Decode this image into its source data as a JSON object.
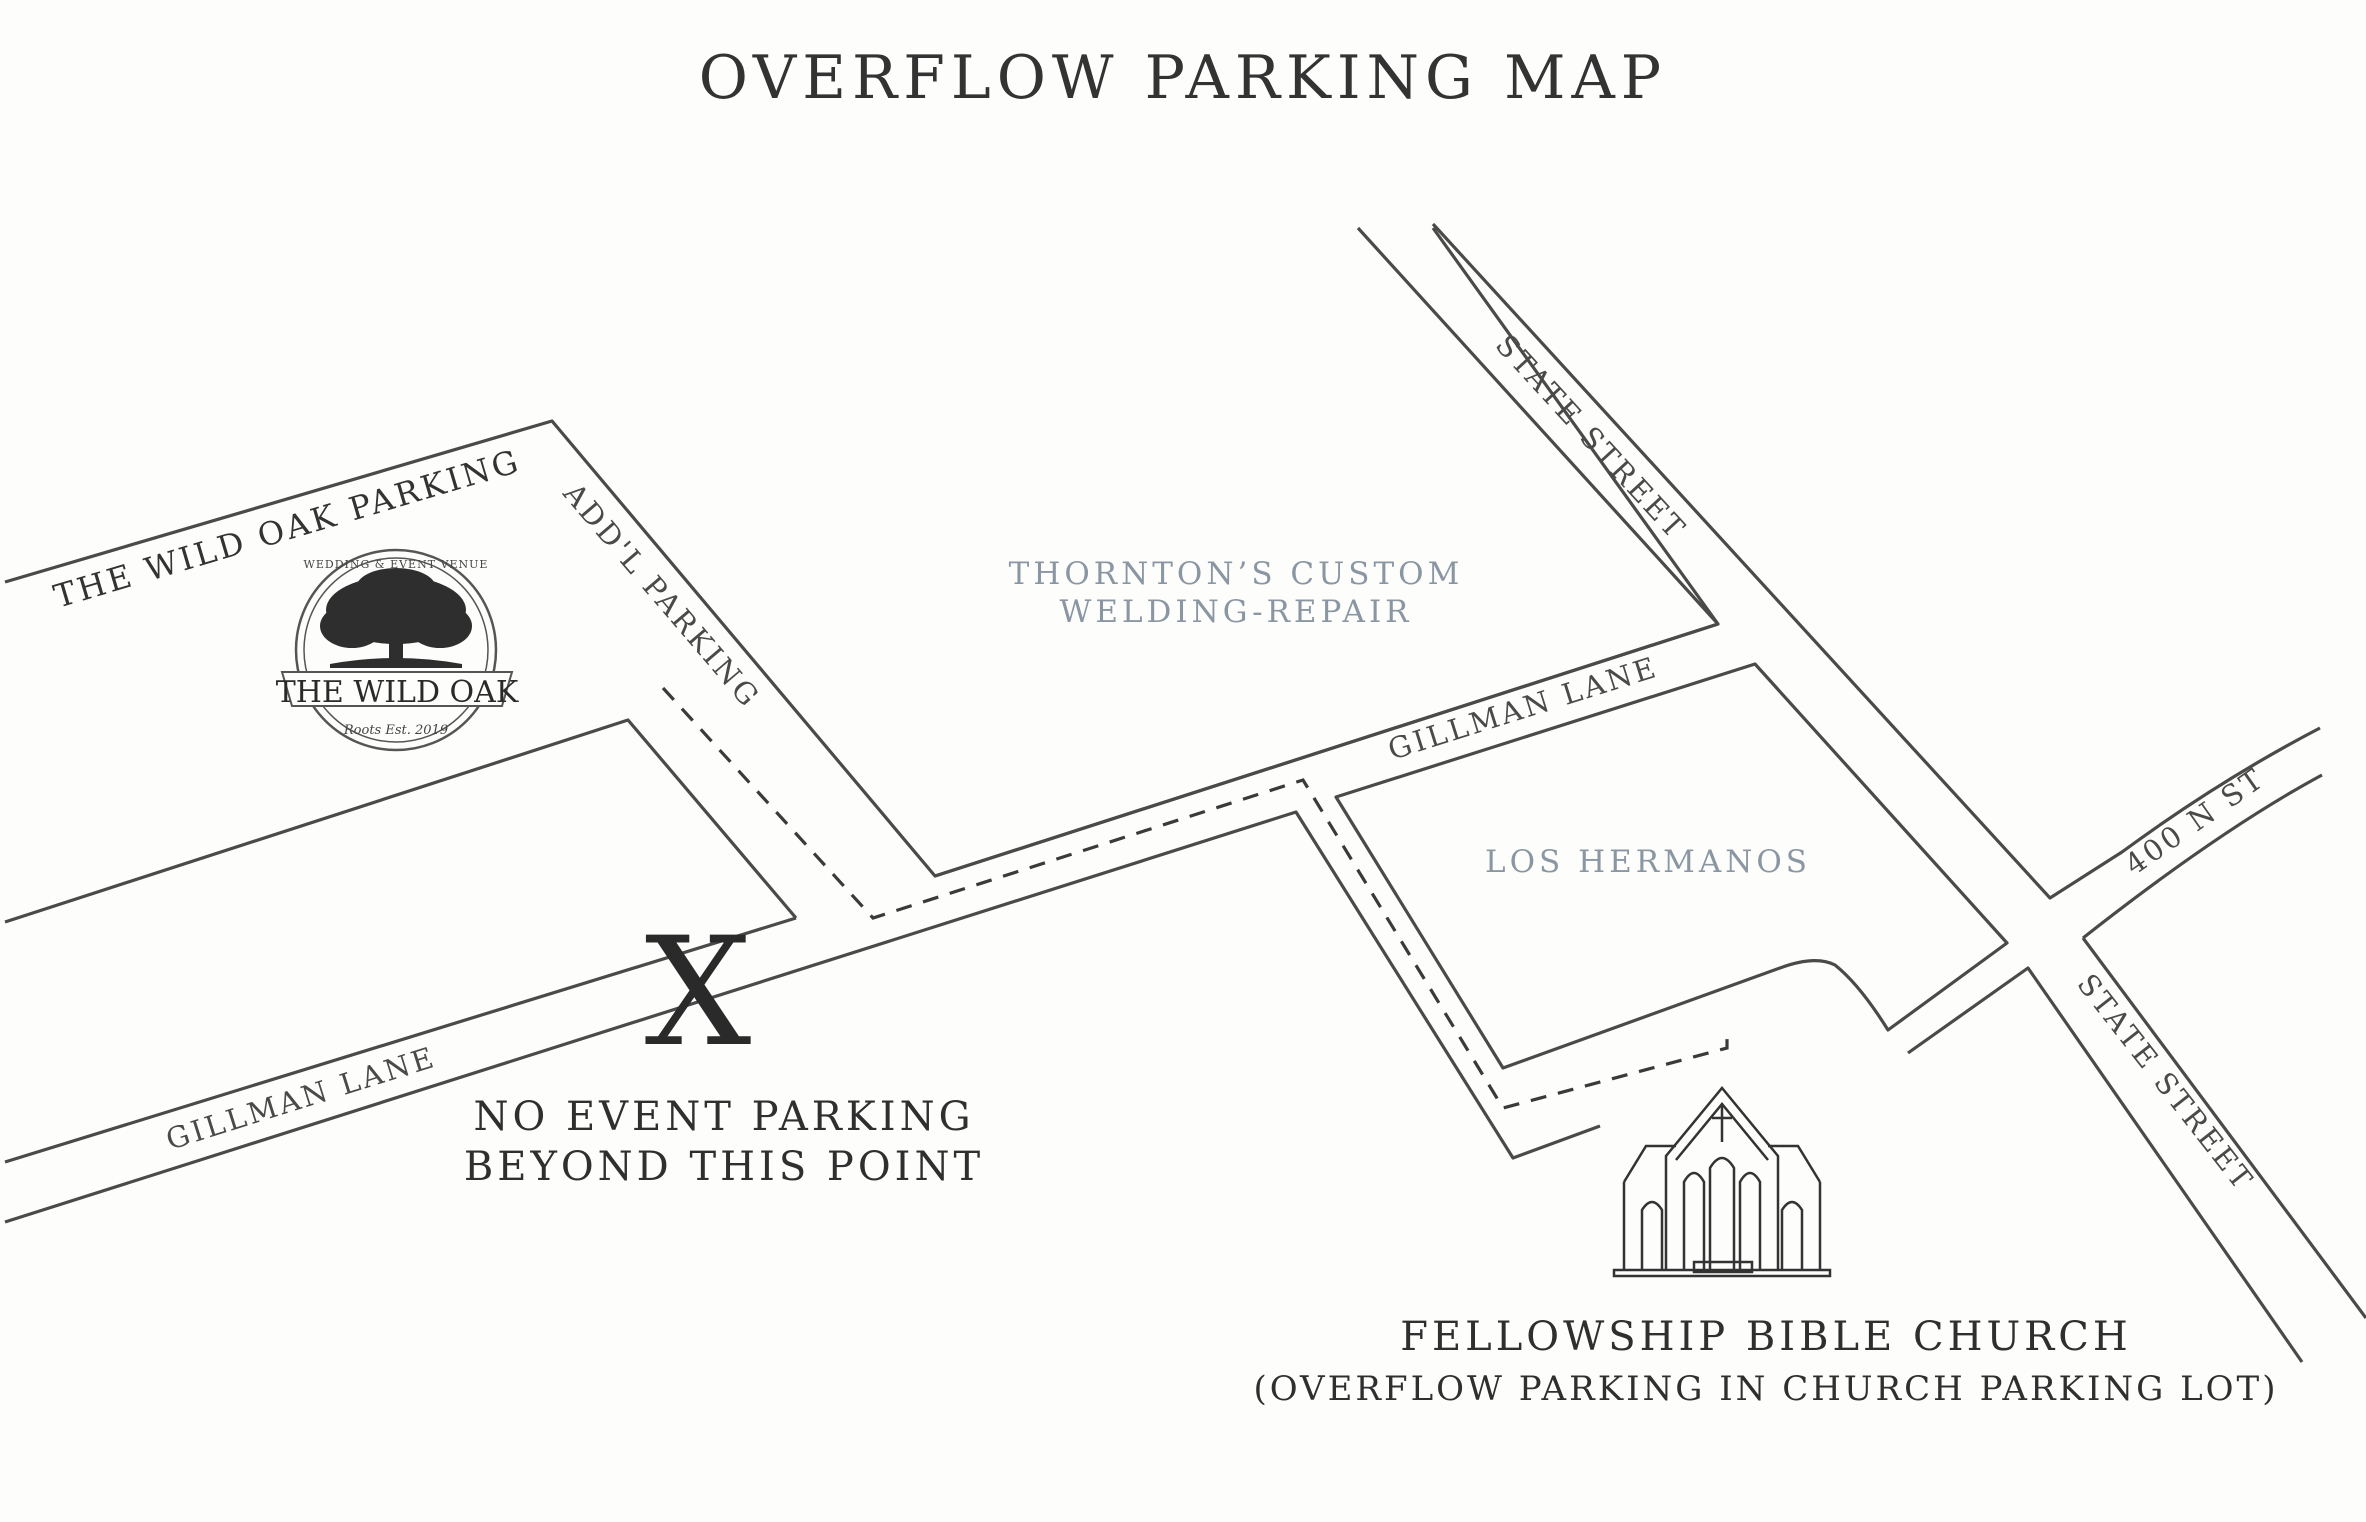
{
  "title": "OVERFLOW PARKING MAP",
  "labels": {
    "wild_oak_parking": "THE WILD OAK PARKING",
    "addl_parking": "ADD'L PARKING",
    "gillman_lane_upper": "GILLMAN LANE",
    "gillman_lane_lower": "GILLMAN LANE",
    "state_street_upper": "STATE STREET",
    "state_street_lower": "STATE STREET",
    "street_400n": "400 N ST",
    "thorntons_line1": "THORNTON’S CUSTOM",
    "thorntons_line2": "WELDING-REPAIR",
    "los_hermanos": "LOS HERMANOS",
    "x_mark": "X",
    "no_parking_line1": "NO EVENT PARKING",
    "no_parking_line2": "BEYOND THIS POINT",
    "church_name": "FELLOWSHIP BIBLE CHURCH",
    "church_note": "(OVERFLOW PARKING IN CHURCH PARKING LOT)"
  },
  "logo": {
    "name": "THE WILD OAK",
    "ring_text": "WEDDING & EVENT VENUE",
    "est": "Roots Est. 2019"
  },
  "icons": {
    "logo": "oak-tree-logo-icon",
    "church": "church-icon"
  },
  "colors": {
    "road": "#4a4a4a",
    "business_label": "#8a97a3",
    "text": "#2f2f2f"
  }
}
